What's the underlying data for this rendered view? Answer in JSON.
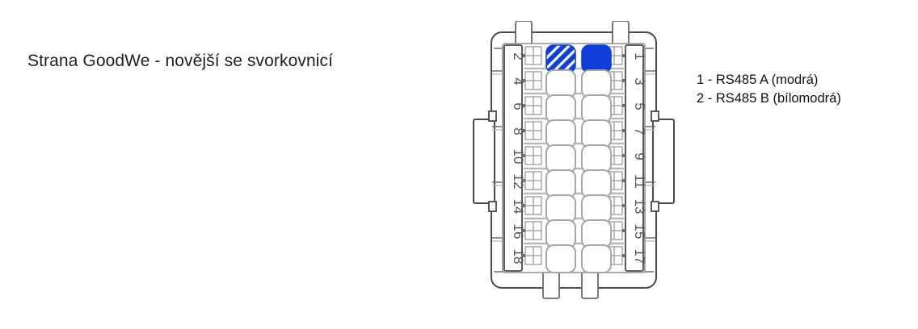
{
  "caption": {
    "text": "Strana GoodWe - novější se svorkovnicí"
  },
  "legend": {
    "lines": [
      "1 - RS485 A (modrá)",
      "2 - RS485 B (bílomodrá)"
    ]
  },
  "connector": {
    "name": "18-pin terminal block connector",
    "rows": 9,
    "total_pins": 18,
    "left_column_label": "even pin numbers",
    "right_column_label": "odd pin numbers",
    "left_pin_numbers": [
      "2",
      "4",
      "6",
      "8",
      "10",
      "12",
      "14",
      "16",
      "18"
    ],
    "right_pin_numbers": [
      "1",
      "3",
      "5",
      "7",
      "9",
      "11",
      "13",
      "15",
      "17"
    ],
    "highlighted_pins": [
      {
        "number": "2",
        "column": "left",
        "row": 1,
        "fill": "blue-white-stripe",
        "signal": "RS485 B",
        "wire_color_label": "bílomodrá"
      },
      {
        "number": "1",
        "column": "right",
        "row": 1,
        "fill": "solid-blue",
        "signal": "RS485 A",
        "wire_color_label": "modrá"
      }
    ],
    "colors": {
      "highlight_blue": "#0f3fd8",
      "stripe_white": "#ffffff",
      "outline_dark": "#3a3a3a",
      "outline_mid": "#8d8d92",
      "outline_light": "#b9b9bd",
      "background": "#ffffff"
    }
  }
}
